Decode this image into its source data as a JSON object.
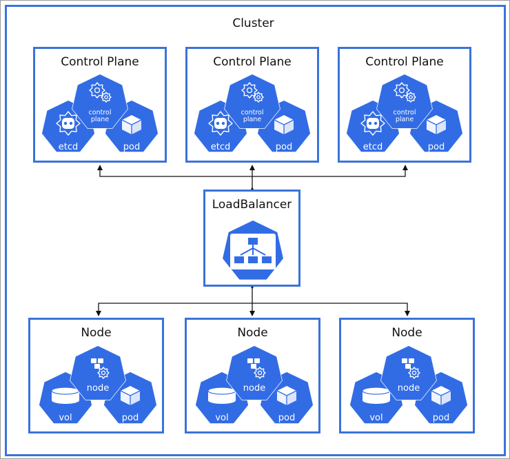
{
  "cluster": {
    "title": "Cluster"
  },
  "control_planes": [
    {
      "title": "Control Plane",
      "components": [
        "control plane",
        "etcd",
        "pod"
      ]
    },
    {
      "title": "Control Plane",
      "components": [
        "control plane",
        "etcd",
        "pod"
      ]
    },
    {
      "title": "Control Plane",
      "components": [
        "control plane",
        "etcd",
        "pod"
      ]
    }
  ],
  "load_balancer": {
    "title": "LoadBalancer"
  },
  "nodes": [
    {
      "title": "Node",
      "components": [
        "node",
        "vol",
        "pod"
      ]
    },
    {
      "title": "Node",
      "components": [
        "node",
        "vol",
        "pod"
      ]
    },
    {
      "title": "Node",
      "components": [
        "node",
        "vol",
        "pod"
      ]
    }
  ],
  "labels": {
    "control_plane_line1": "control",
    "control_plane_line2": "plane",
    "etcd": "etcd",
    "pod": "pod",
    "node": "node",
    "vol": "vol"
  },
  "colors": {
    "accent": "#3a73d9",
    "hex_fill": "#326ce5",
    "line": "#111111"
  },
  "icons": [
    "control-plane-icon",
    "etcd-icon",
    "pod-icon",
    "node-icon",
    "volume-icon",
    "load-balancer-icon"
  ]
}
